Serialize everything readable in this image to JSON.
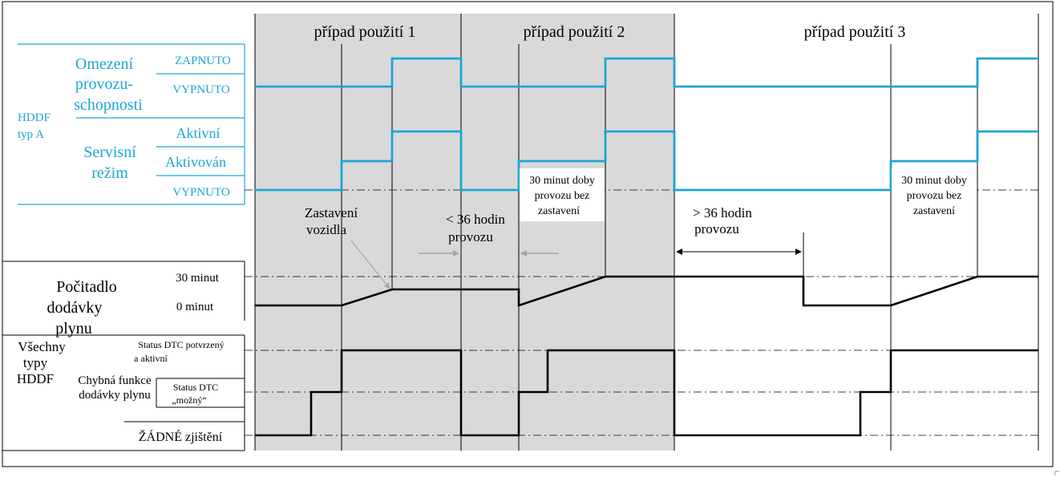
{
  "colors": {
    "accent": "#1ba6d6",
    "shade": "#d9d9d9",
    "ink": "#000000",
    "grey_arrow": "#a6a6a6"
  },
  "cases": [
    "případ použití 1",
    "případ použití 2",
    "případ použití 3"
  ],
  "hddf_a": {
    "group_line1": "HDDF",
    "group_line2": "typ A",
    "limit": {
      "label_lines": [
        "Omezení",
        "provozu-",
        "schopnosti"
      ],
      "on": "ZAPNUTO",
      "off": "VYPNUTO"
    },
    "service": {
      "label_lines": [
        "Servisní",
        "režim"
      ],
      "active": "Aktivní",
      "activated": "Aktivován",
      "off": "VYPNUTO"
    }
  },
  "counter": {
    "label_lines": [
      "Počitadlo",
      "dodávky",
      "plynu"
    ],
    "max": "30 minut",
    "min": "0 minut"
  },
  "all_types": {
    "label_lines": [
      "Všechny",
      "typy",
      "HDDF"
    ],
    "fault_lines": [
      "Chybná funkce",
      "dodávky plynu"
    ],
    "confirmed_lines": [
      "Status DTC potvrzený",
      "a aktivní"
    ],
    "possible_lines": [
      "Status DTC",
      "„možný“"
    ],
    "none": "ŽÁDNÉ zjištění"
  },
  "annotations": {
    "stop_lines": [
      "Zastavení",
      "vozidla"
    ],
    "lt36_lines": [
      "< 36 hodin",
      "provozu"
    ],
    "run30_lines": [
      "30 minut doby",
      "provozu bez",
      "zastavení"
    ],
    "gt36_lines": [
      "> 36 hodin",
      "provozu"
    ],
    "run30b_lines": [
      "30 minut doby",
      "provozu bez",
      "zastavení"
    ]
  }
}
